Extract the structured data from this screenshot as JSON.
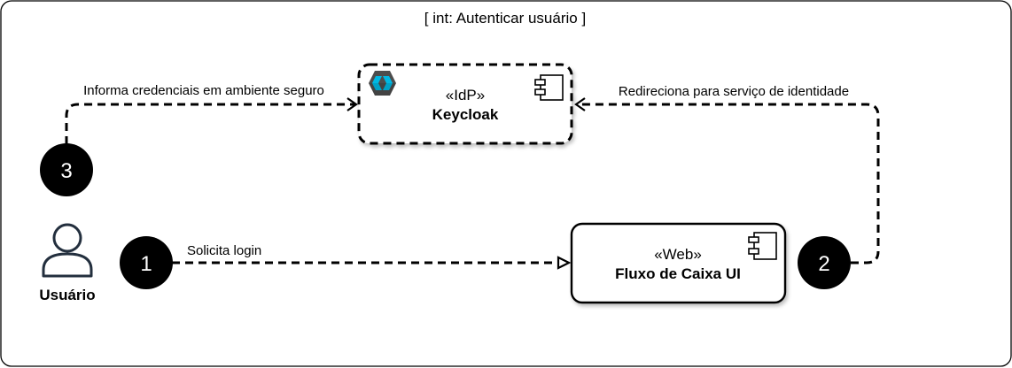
{
  "frame": {
    "title": "[ int: Autenticar usuário ]"
  },
  "actor": {
    "name": "Usuário",
    "icon": "user-icon"
  },
  "components": {
    "keycloak": {
      "stereotype": "«IdP»",
      "name": "Keycloak",
      "logo": "keycloak-logo-icon",
      "symbol": "uml-component-icon"
    },
    "fluxo": {
      "stereotype": "«Web»",
      "name": "Fluxo de Caixa UI",
      "symbol": "uml-component-icon"
    }
  },
  "steps": [
    {
      "number": "1",
      "label": "Solicita login"
    },
    {
      "number": "2",
      "label": "Redireciona para serviço de identidade"
    },
    {
      "number": "3",
      "label": "Informa credenciais em ambiente seguro"
    }
  ],
  "colors": {
    "stroke": "#000000",
    "step_fill": "#000000",
    "step_text": "#ffffff",
    "actor_stroke": "#232f3e",
    "logo_dark": "#4d4d4d",
    "logo_light": "#00b8e3",
    "logo_mid": "#008aaa"
  }
}
